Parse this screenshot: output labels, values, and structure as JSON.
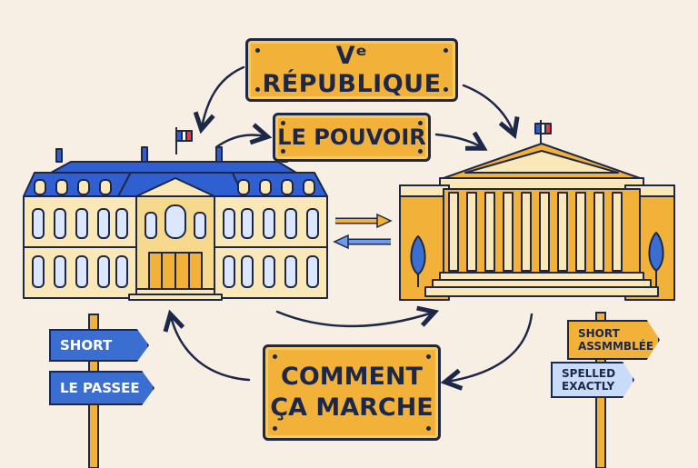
{
  "diagram": {
    "title": "Vᵉ RÉPUBLIQUE",
    "subtitle": "LE POUVOIR",
    "center_label_line1": "COMMENT",
    "center_label_line2": "ÇA MARCHE",
    "left_signpost": {
      "top": "SHORT",
      "bottom": "LE PASSEE"
    },
    "right_signpost": {
      "top_line1": "SHORT",
      "top_line2": "ASSMMBLÉE",
      "bottom_line1": "SPELLED",
      "bottom_line2": "EXACTLY"
    }
  },
  "colors": {
    "background": "#f8efe4",
    "outline": "#1d2748",
    "sign_gold": "#f2b23a",
    "roof_blue": "#2f5fd0",
    "facade_cream": "#fbe8b8",
    "assembly_gold": "#f2b23a",
    "flag_blue": "#2f5fd0",
    "flag_red": "#e63b3b"
  },
  "icons": [
    "elysee-palace",
    "national-assembly",
    "french-flag",
    "signpost"
  ]
}
